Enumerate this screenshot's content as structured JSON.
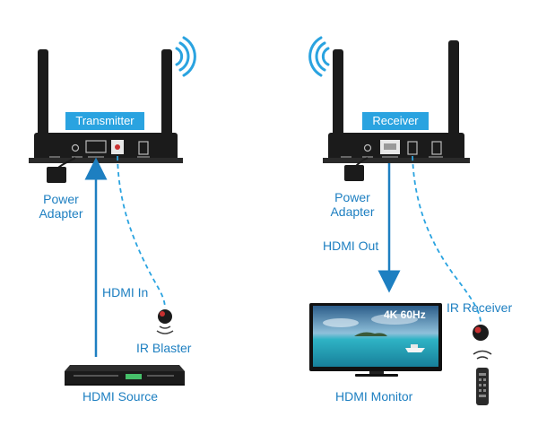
{
  "transmitter": {
    "label": "Transmitter",
    "power_adapter_label": [
      "Power",
      "Adapter"
    ],
    "hdmi_in_label": "HDMI In",
    "ir_blaster_label": "IR Blaster",
    "source_label": "HDMI Source"
  },
  "receiver": {
    "label": "Receiver",
    "power_adapter_label": [
      "Power",
      "Adapter"
    ],
    "hdmi_out_label": "HDMI Out",
    "ir_receiver_label": "IR Receiver",
    "monitor_label": "HDMI Monitor",
    "monitor_badge": "4K 60Hz"
  },
  "colors": {
    "accent": "#1d7fc1",
    "label_bg": "#2aa3e0",
    "device_body": "#1b1b1b"
  }
}
